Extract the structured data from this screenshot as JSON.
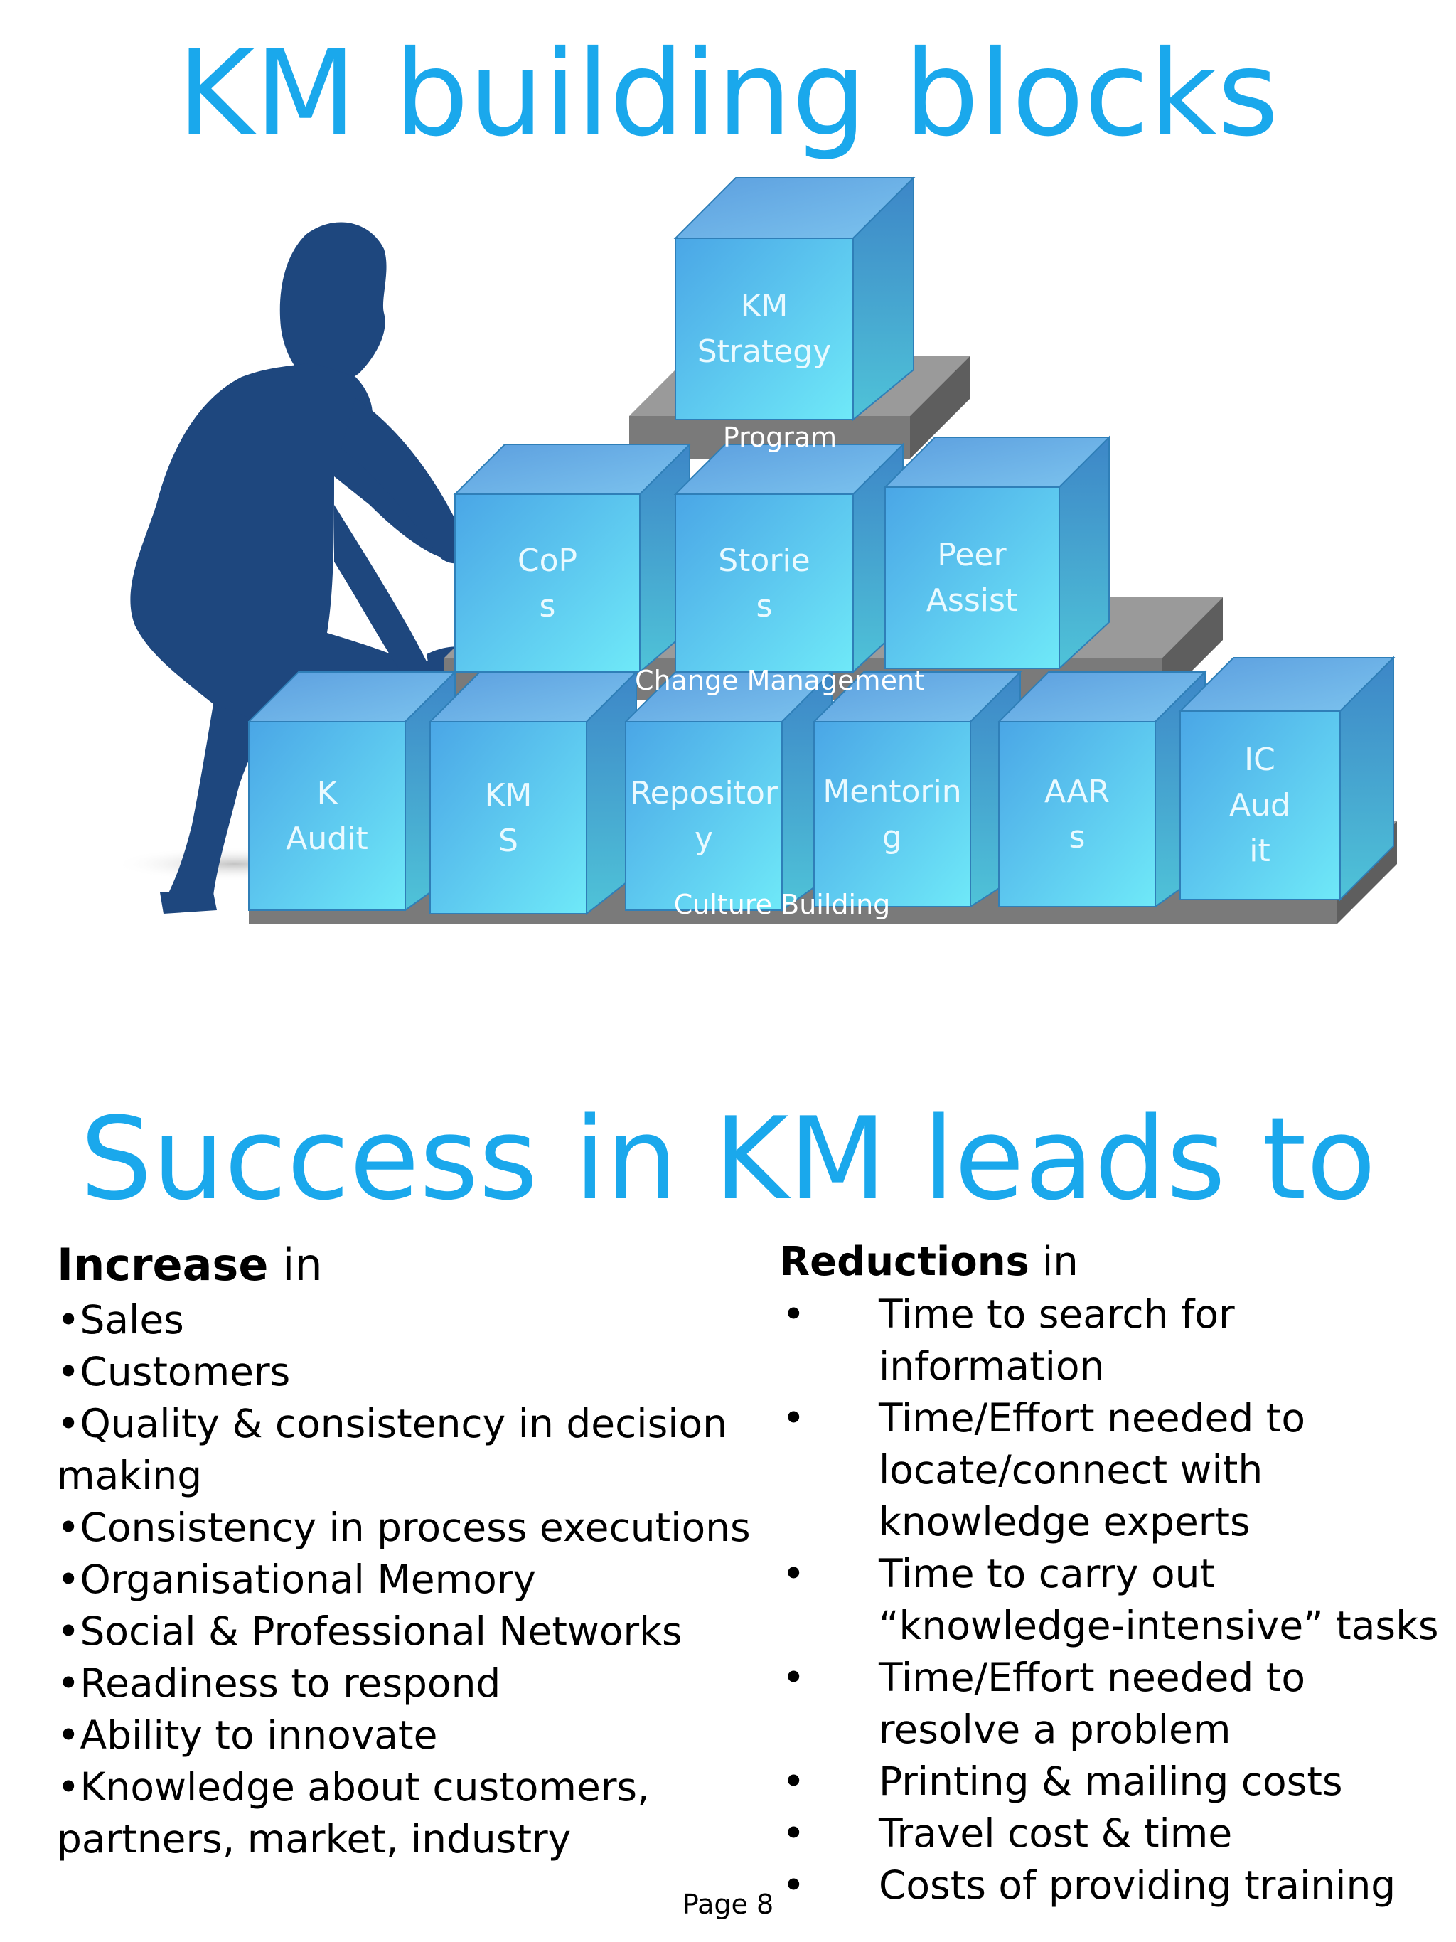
{
  "title_top": "KM building blocks",
  "title_bottom": "Success in KM leads to",
  "pyramid": {
    "top_block": "KM\nStrategy",
    "program_slab": "Program",
    "middle_blocks": [
      "CoP\ns",
      "Storie\ns",
      "Peer\nAssist"
    ],
    "change_slab": "Change Management",
    "bottom_blocks": [
      "K\nAudit",
      "KM\nS",
      "Repositor\ny",
      "Mentorin\ng",
      "AAR\ns",
      "IC\nAud\nit"
    ],
    "culture_slab": "Culture Building"
  },
  "colors": {
    "accent": "#1aa8ec",
    "figure": "#1e477e",
    "slab_top": "#9a9a9a",
    "slab_front": "#7a7a7a",
    "slab_side": "#5e5e5e",
    "cube_front": "#3fc6ee",
    "cube_top": "#6aa8e2",
    "cube_side": "#3a92c9"
  },
  "increase": {
    "heading_bold": "Increase",
    "heading_rest": " in",
    "items": [
      "•Sales",
      "•Customers",
      "•Quality & consistency in decision making",
      "•Consistency in process executions",
      "•Organisational Memory",
      "•Social & Professional Networks",
      "•Readiness to respond",
      "•Ability to innovate",
      "•Knowledge about customers, partners, market, industry"
    ]
  },
  "reductions": {
    "heading_bold": "Reductions",
    "heading_rest": " in",
    "bullet": "•",
    "items": [
      "Time to search for information",
      "Time/Effort needed to locate/connect with knowledge experts",
      "Time to carry out “knowledge-intensive” tasks",
      "Time/Effort needed to resolve a problem",
      "Printing & mailing costs",
      "Travel cost & time",
      "Costs of providing training"
    ]
  },
  "page_number": "Page 8"
}
